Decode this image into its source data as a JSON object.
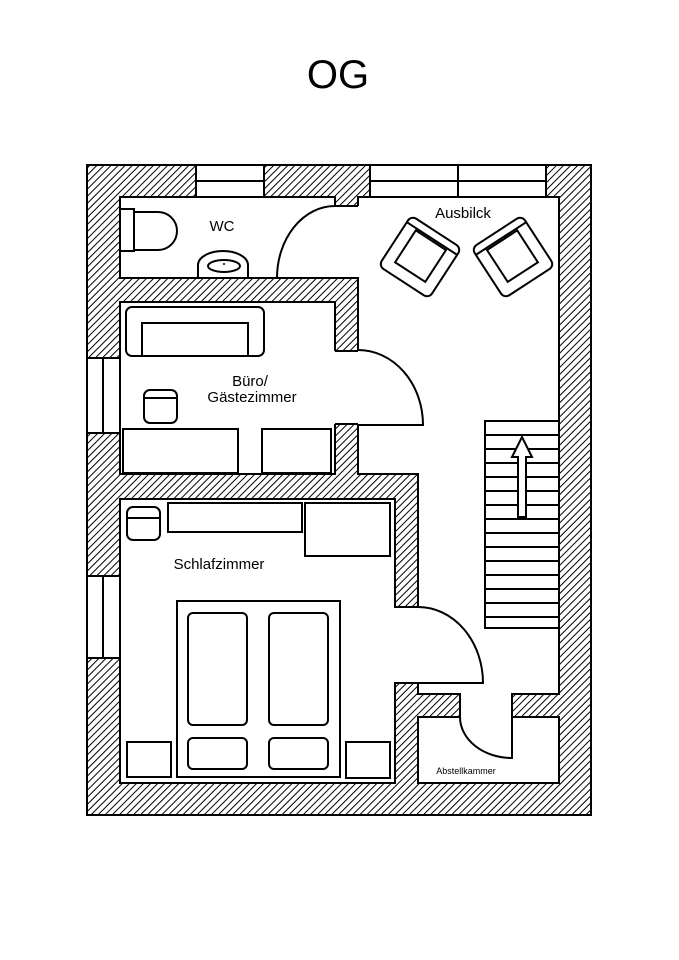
{
  "title": "OG",
  "rooms": {
    "wc": "WC",
    "ausblick": "Ausbilck",
    "buero_line1": "Büro/",
    "buero_line2": "Gästezimmer",
    "schlafzimmer": "Schlafzimmer",
    "abstellkammer": "Abstellkammer"
  },
  "colors": {
    "line": "#000000",
    "background": "#ffffff"
  }
}
